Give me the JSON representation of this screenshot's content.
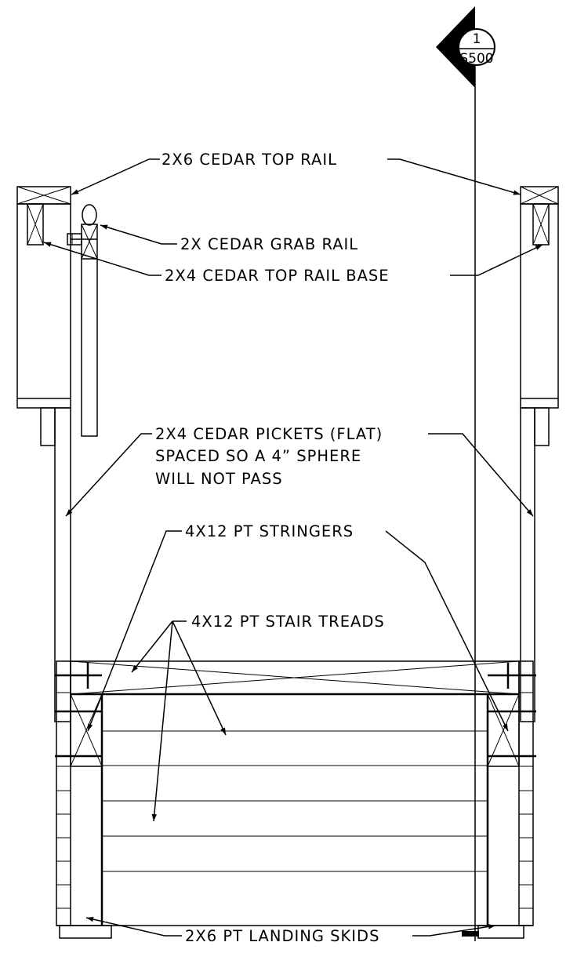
{
  "section_marker": {
    "number": "1",
    "sheet": "S500"
  },
  "labels": {
    "top_rail": "2X6 CEDAR TOP RAIL",
    "grab_rail": "2X CEDAR GRAB RAIL",
    "top_rail_base": "2X4 CEDAR TOP RAIL BASE",
    "pickets": [
      "2X4 CEDAR PICKETS (FLAT)",
      "SPACED SO A 4” SPHERE",
      "WILL NOT PASS"
    ],
    "stringers": "4X12 PT STRINGERS",
    "stair_treads": "4X12 PT STAIR TREADS",
    "landing_skids": "2X6 PT LANDING SKIDS"
  }
}
